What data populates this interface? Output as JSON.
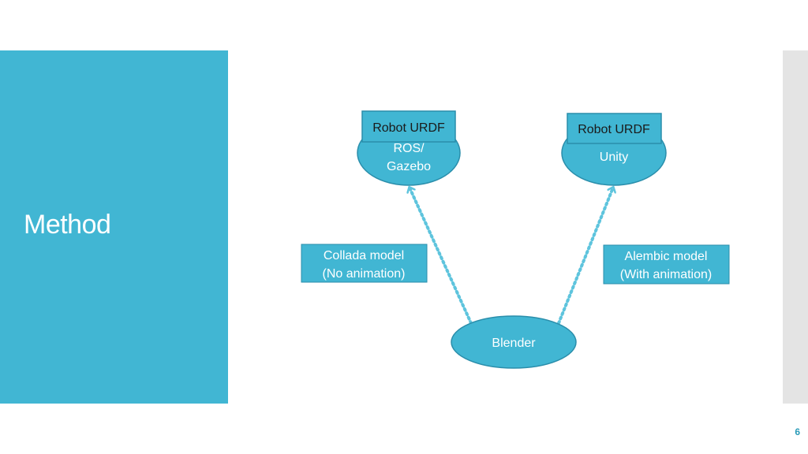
{
  "slide": {
    "title": "Method",
    "page_number": "6"
  },
  "colors": {
    "accent": "#41b6d3",
    "arrow": "#5ec4dd",
    "node_stroke": "#2a8eab",
    "scroll_strip": "#e4e4e4"
  },
  "diagram": {
    "ros_node": {
      "line1": "ROS/",
      "line2": "Gazebo"
    },
    "ros_urdf_label": "Robot URDF",
    "unity_node": {
      "label": "Unity"
    },
    "unity_urdf_label": "Robot URDF",
    "blender_node": {
      "label": "Blender"
    },
    "collada_label": {
      "line1": "Collada model",
      "line2": "(No animation)"
    },
    "alembic_label": {
      "line1": "Alembic model",
      "line2": "(With animation)"
    }
  }
}
